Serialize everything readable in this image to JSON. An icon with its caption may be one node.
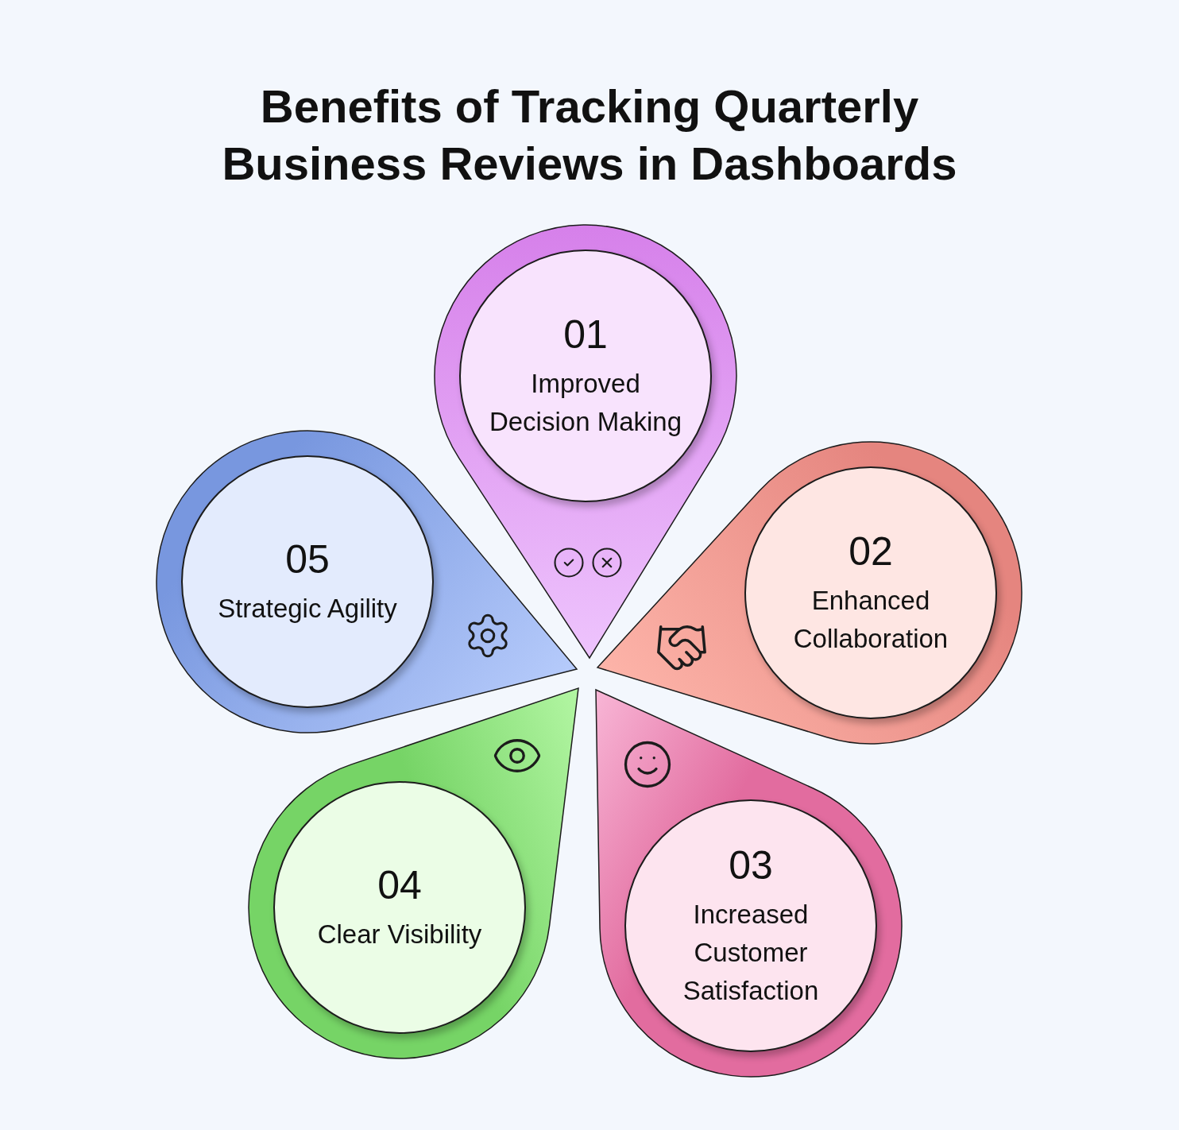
{
  "diagram": {
    "title": "Benefits of Tracking Quarterly Business Reviews in Dashboards",
    "nodes": [
      {
        "text": [
          "01",
          "Improved Decision Making"
        ]
      },
      {
        "text": [
          "02",
          "Enhanced Collaboration"
        ]
      },
      {
        "text": [
          "03",
          "Increased Customer Satisfaction"
        ]
      },
      {
        "text": [
          "04",
          "Clear Visibility"
        ]
      },
      {
        "text": [
          "05",
          "Strategic Agility"
        ]
      }
    ]
  }
}
